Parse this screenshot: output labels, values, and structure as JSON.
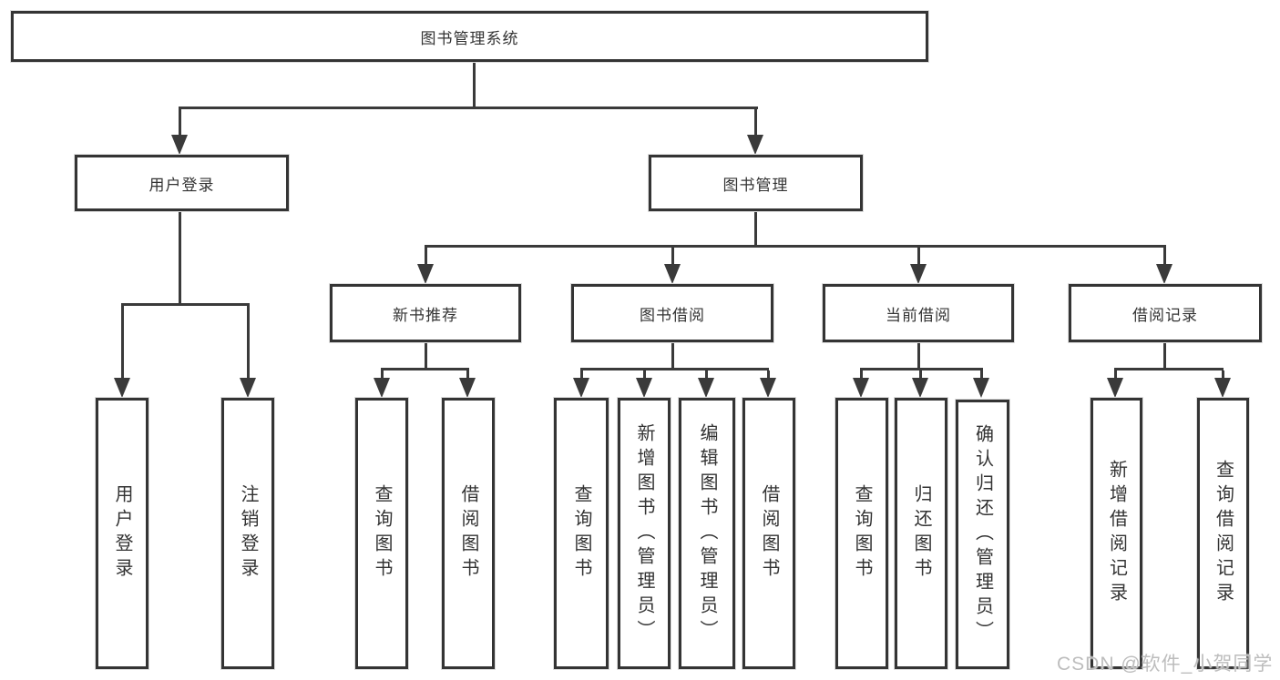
{
  "nodes": {
    "root": {
      "label": "图书管理系统"
    },
    "l2": [
      {
        "label": "用户登录"
      },
      {
        "label": "图书管理"
      }
    ],
    "l3": [
      {
        "label": "新书推荐"
      },
      {
        "label": "图书借阅"
      },
      {
        "label": "当前借阅"
      },
      {
        "label": "借阅记录"
      }
    ],
    "leaves": [
      {
        "label": "用户登录"
      },
      {
        "label": "注销登录"
      },
      {
        "label": "查询图书"
      },
      {
        "label": "借阅图书"
      },
      {
        "label": "查询图书"
      },
      {
        "label": "新增图书（管理员）"
      },
      {
        "label": "编辑图书（管理员）"
      },
      {
        "label": "借阅图书"
      },
      {
        "label": "查询图书"
      },
      {
        "label": "归还图书"
      },
      {
        "label": "确认归还（管理员）"
      },
      {
        "label": "新增借阅记录"
      },
      {
        "label": "查询借阅记录"
      }
    ]
  },
  "hierarchy": {
    "图书管理系统": {
      "用户登录": [
        "用户登录",
        "注销登录"
      ],
      "图书管理": {
        "新书推荐": [
          "查询图书",
          "借阅图书"
        ],
        "图书借阅": [
          "查询图书",
          "新增图书（管理员）",
          "编辑图书（管理员）",
          "借阅图书"
        ],
        "当前借阅": [
          "查询图书",
          "归还图书",
          "确认归还（管理员）"
        ],
        "借阅记录": [
          "新增借阅记录",
          "查询借阅记录"
        ]
      }
    }
  },
  "watermark": {
    "text": "CSDN @软件_小贺同学"
  },
  "colors": {
    "line": "#3a3a3a",
    "box_border": "#343434",
    "text": "#333333",
    "background": "#ffffff",
    "watermark": "#bdbdbd"
  }
}
